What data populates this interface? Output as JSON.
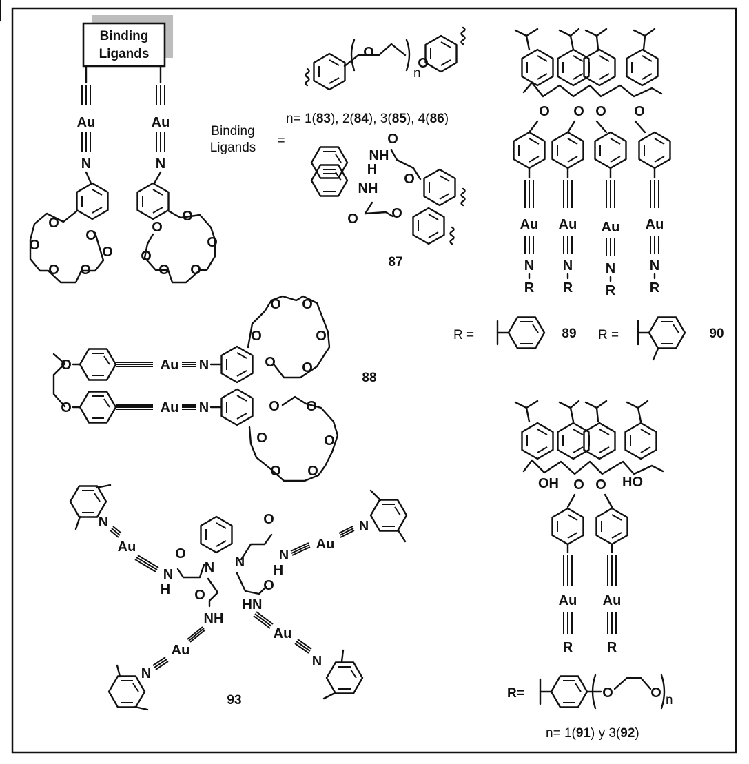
{
  "box": {
    "line1": "Binding",
    "line2": "Ligands"
  },
  "eq": {
    "line1": "Binding",
    "line2": "Ligands",
    "sign": "="
  },
  "atoms": {
    "au": "Au",
    "n": "N",
    "o": "O",
    "nh": "NH",
    "h": "H",
    "hn": "HN",
    "oh": "OH",
    "ho": "HO",
    "r": "R",
    "sub_n": "n"
  },
  "series1": {
    "p1": "n= 1(",
    "b1": "83",
    "p2": "), 2(",
    "b2": "84",
    "p3": "), 3(",
    "b3": "85",
    "p4": "), 4(",
    "b4": "86",
    "p5": ")"
  },
  "labels": {
    "c87": "87",
    "c88": "88",
    "c89": "89",
    "c90": "90",
    "c93": "93"
  },
  "r_def": {
    "r_eq": "R =",
    "r_eq2": "R ="
  },
  "r_bottom": {
    "label": "R="
  },
  "series2": {
    "p1": "n= 1(",
    "b1": "91",
    "p2": ") y 3(",
    "b2": "92",
    "p3": ")"
  }
}
